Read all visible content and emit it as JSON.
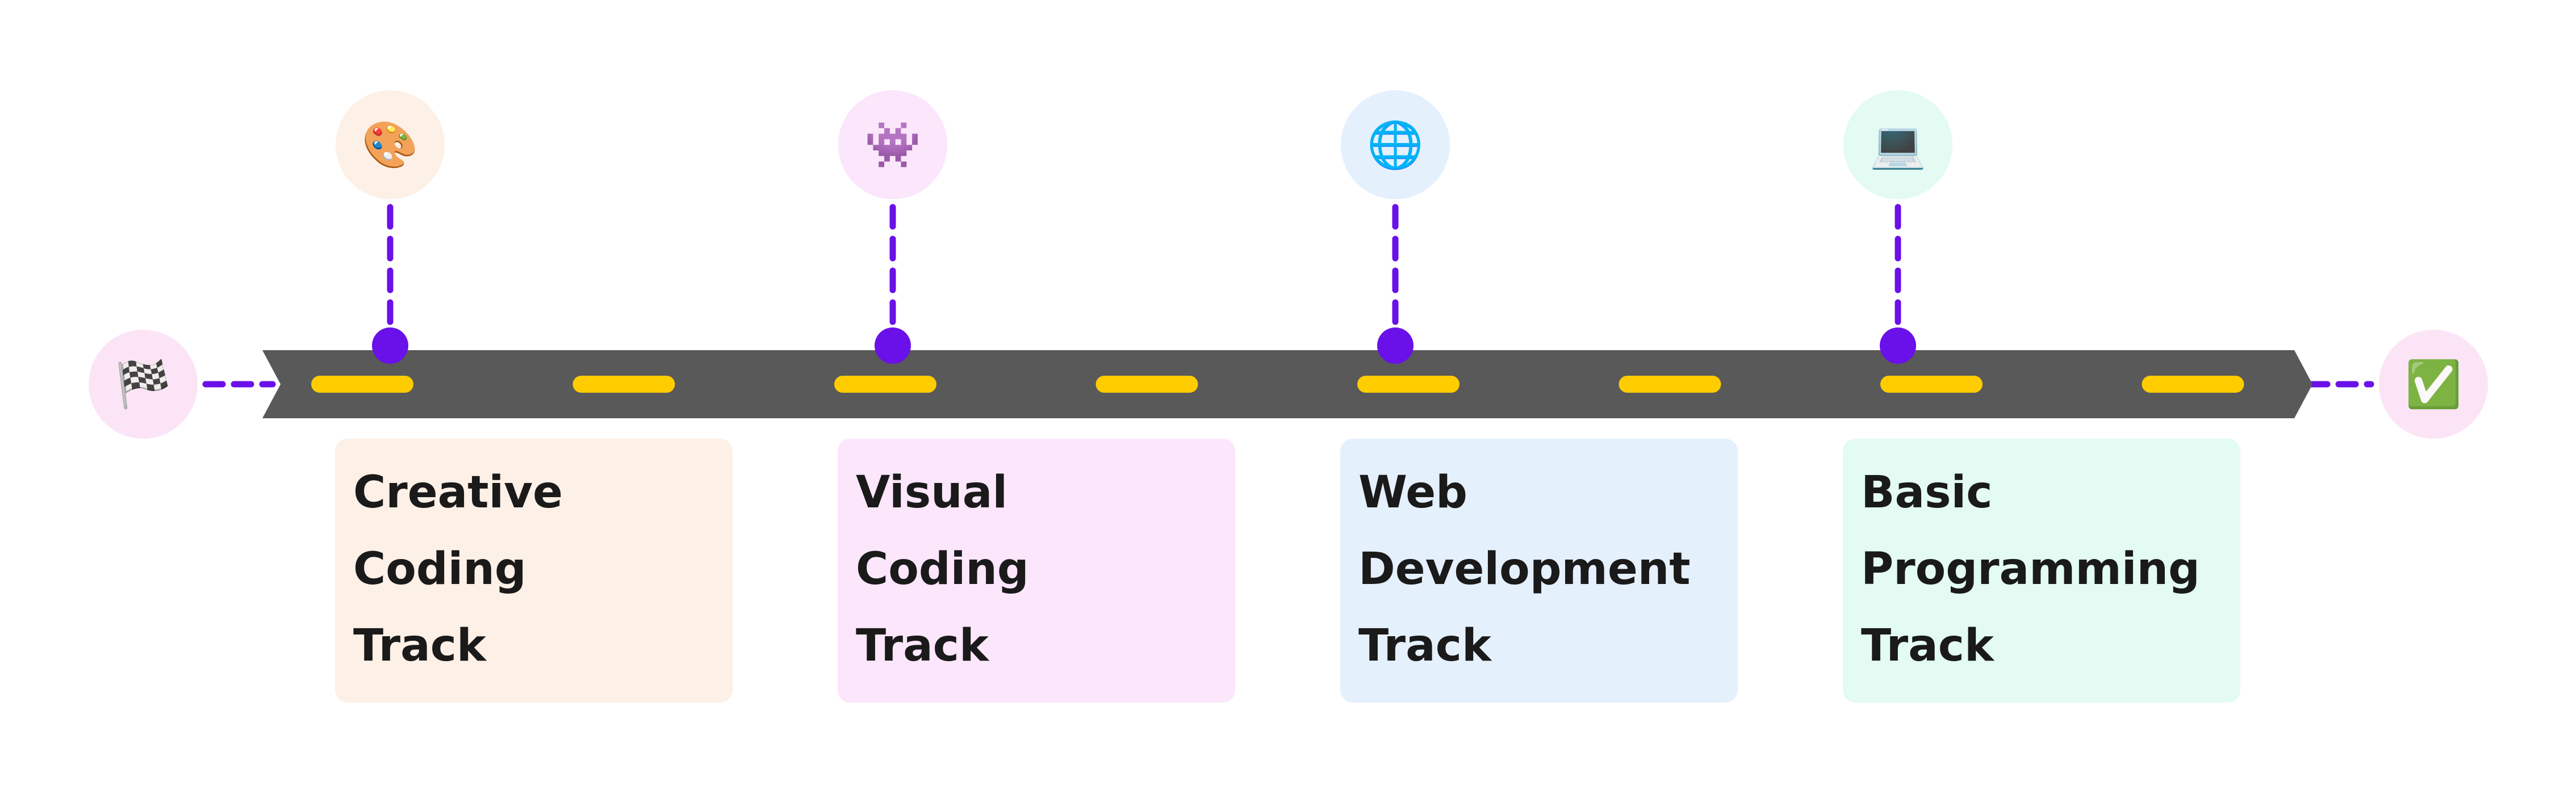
{
  "start": {
    "icon": "checkered-flag-icon",
    "glyph": "🏁",
    "color": "#fce4f7"
  },
  "finish": {
    "icon": "check-mark-icon",
    "glyph": "✅",
    "color": "#fce4f7"
  },
  "colors": {
    "road": "#595959",
    "lane_marking": "#ffcc00",
    "connector": "#6a10e8",
    "node": "#6a10e8"
  },
  "milestones": [
    {
      "icon": "artist-palette-icon",
      "glyph": "🎨",
      "lines": [
        "Creative",
        "Coding",
        "Track"
      ],
      "color": "#fdf0e6"
    },
    {
      "icon": "alien-monster-icon",
      "glyph": "👾",
      "lines": [
        "Visual",
        "Coding",
        "Track"
      ],
      "color": "#fbe6fb"
    },
    {
      "icon": "globe-icon",
      "glyph": "🌐",
      "lines": [
        "Web",
        "Development",
        "Track"
      ],
      "color": "#e5f0fd"
    },
    {
      "icon": "laptop-icon",
      "glyph": "💻",
      "lines": [
        "Basic",
        "Programming",
        "Track"
      ],
      "color": "#e3fbf2"
    }
  ]
}
